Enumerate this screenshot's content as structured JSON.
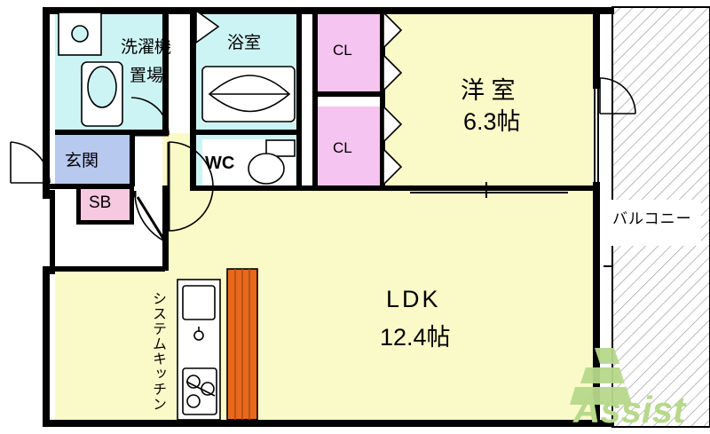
{
  "plan": {
    "title": "apartment-floor-plan",
    "rooms": [
      {
        "key": "washer",
        "label": "洗濯機\n置場",
        "label_line1": "洗濯機",
        "label_line2": "置場",
        "color": "#cdf4f4"
      },
      {
        "key": "bath",
        "label": "浴室",
        "color": "#cdf4f4"
      },
      {
        "key": "wc",
        "label": "WC",
        "color": "#cdf4f4"
      },
      {
        "key": "entrance",
        "label": "玄関",
        "color": "#b8c9ef"
      },
      {
        "key": "sb",
        "label": "SB",
        "color": "#f6c9e0"
      },
      {
        "key": "cl_upper",
        "label": "CL",
        "color": "#f6c4f0"
      },
      {
        "key": "cl_lower",
        "label": "CL",
        "color": "#f6c4f0"
      },
      {
        "key": "washitsu",
        "label_line1": "洋 室",
        "label_line2": "6.3帖",
        "color": "#fafac8"
      },
      {
        "key": "ldk",
        "label_line1": "LDK",
        "label_line2": "12.4帖",
        "color": "#fafac8"
      },
      {
        "key": "kitchen",
        "label": "システムキッチン",
        "color": "#fafac8"
      },
      {
        "key": "balcony",
        "label": "バルコニー",
        "color": "#ffffff"
      }
    ],
    "labels": {
      "washer_l1": "洗濯機",
      "washer_l2": "置場",
      "bath": "浴室",
      "wc": "WC",
      "entrance": "玄関",
      "sb": "SB",
      "cl1": "CL",
      "cl2": "CL",
      "room_name": "洋 室",
      "room_size": "6.3帖",
      "ldk_name": "LDK",
      "ldk_size": "12.4帖",
      "kitchen": "システムキッチン",
      "balcony": "バルコニー"
    },
    "watermark": {
      "text": "Assist",
      "color": "#b7d98b"
    },
    "colors": {
      "wall": "#000000",
      "tatami": "#fafac8",
      "water": "#cdf4f4",
      "closet": "#f6c4f0",
      "entrance": "#b8c9ef",
      "shoebox": "#f6c9e0",
      "wood": "#e8681c"
    }
  }
}
